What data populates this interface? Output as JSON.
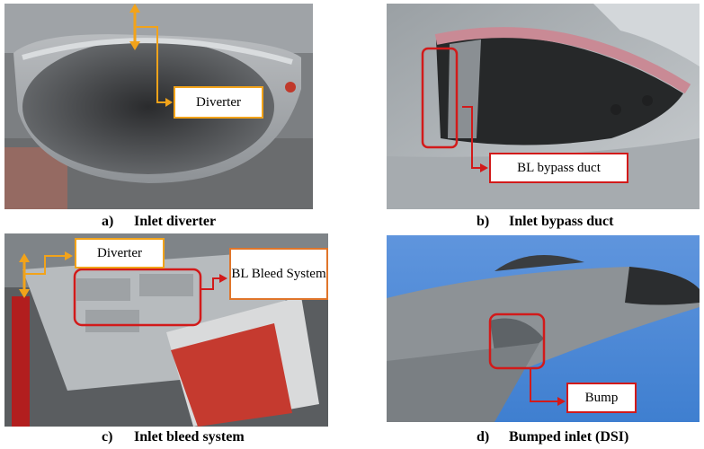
{
  "panels": [
    {
      "id": "a",
      "letter": "a)",
      "caption": "Inlet diverter",
      "callout": "Diverter"
    },
    {
      "id": "b",
      "letter": "b)",
      "caption": "Inlet bypass duct",
      "callout": "BL bypass duct"
    },
    {
      "id": "c",
      "letter": "c)",
      "caption": "Inlet bleed system",
      "callouts": [
        "Diverter",
        "BL Bleed System"
      ]
    },
    {
      "id": "d",
      "letter": "d)",
      "caption": "Bumped inlet (DSI)",
      "callout": "Bump"
    }
  ],
  "colors": {
    "orange": "#f2a31a",
    "red": "#d21a1a",
    "sky": "#3f7fd0"
  }
}
